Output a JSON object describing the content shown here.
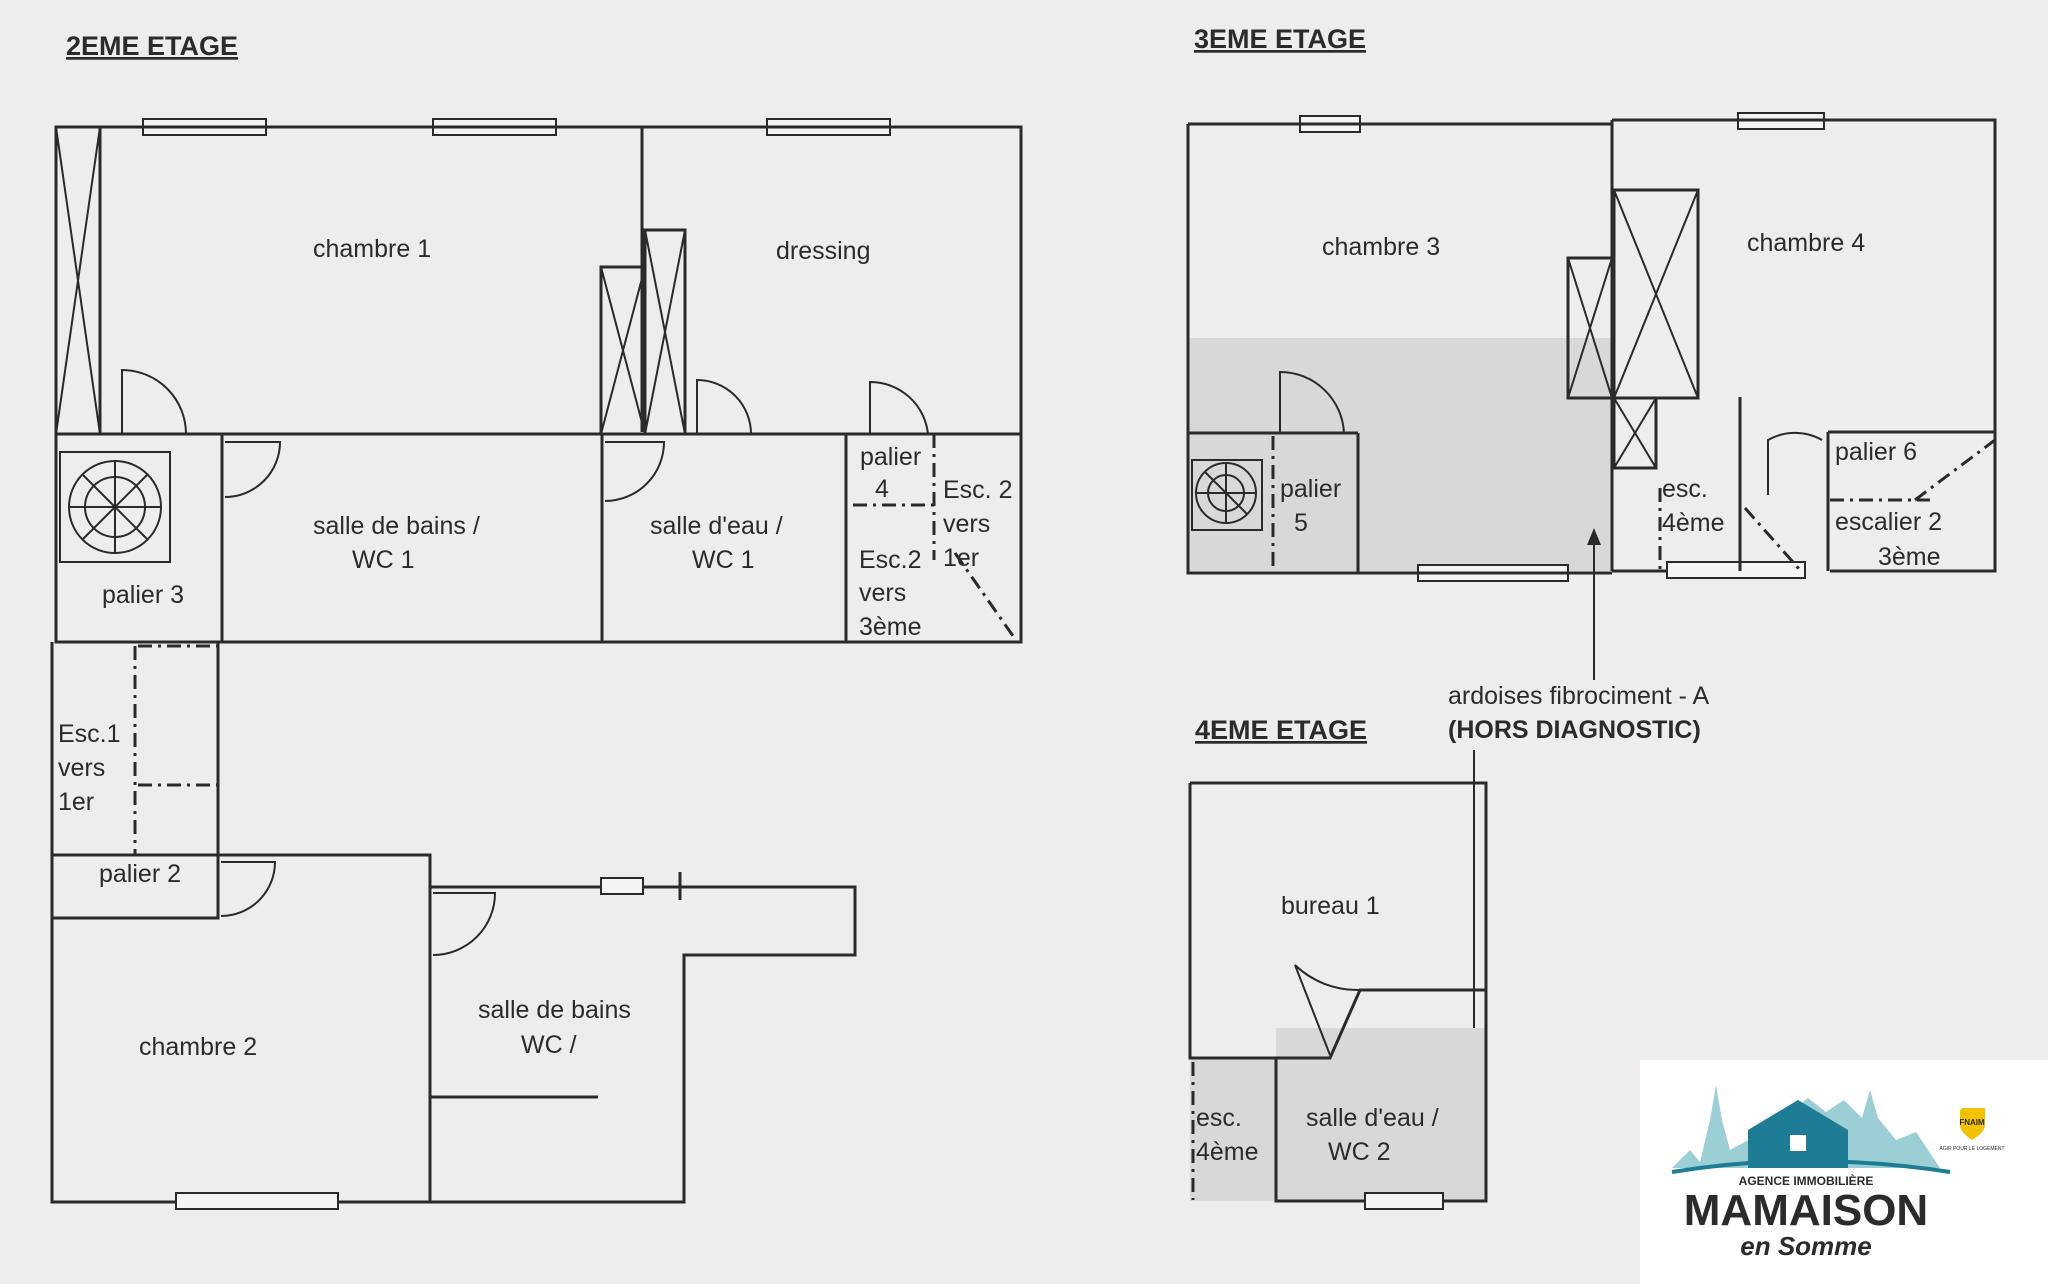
{
  "floors": {
    "floor2": {
      "title": "2EME ETAGE",
      "rooms": {
        "chambre1": "chambre 1",
        "dressing": "dressing",
        "palier3": "palier 3",
        "sdb1_line1": "salle de bains /",
        "sdb1_line2": "WC 1",
        "sde1_line1": "salle d'eau /",
        "sde1_line2": "WC 1",
        "palier4_line1": "palier",
        "palier4_line2": "4",
        "esc2_1er_line1": "Esc. 2",
        "esc2_1er_line2": "vers",
        "esc2_1er_line3": "1er",
        "esc2_3eme_line1": "Esc.2",
        "esc2_3eme_line2": "vers",
        "esc2_3eme_line3": "3ème",
        "esc1_line1": "Esc.1",
        "esc1_line2": "vers",
        "esc1_line3": "1er",
        "palier2": "palier 2",
        "chambre2": "chambre 2",
        "sdb2_line1": "salle de bains",
        "sdb2_line2": "WC /"
      }
    },
    "floor3": {
      "title": "3EME ETAGE",
      "rooms": {
        "chambre3": "chambre 3",
        "chambre4": "chambre 4",
        "palier5_line1": "palier",
        "palier5_line2": "5",
        "esc4_line1": "esc.",
        "esc4_line2": "4ème",
        "palier6": "palier 6",
        "escalier2_line1": "escalier 2",
        "escalier2_line2": "3ème"
      }
    },
    "floor4": {
      "title": "4EME ETAGE",
      "rooms": {
        "bureau1": "bureau 1",
        "esc4_line1": "esc.",
        "esc4_line2": "4ème",
        "sde2_line1": "salle d'eau /",
        "sde2_line2": "WC 2"
      }
    }
  },
  "annotation": {
    "line1": "ardoises fibrociment - A",
    "line2": "(HORS DIAGNOSTIC)"
  },
  "logo": {
    "tagline": "AGENCE IMMOBILIÈRE",
    "brand": "MAMAISON",
    "sub": "en Somme",
    "badge": "FNAIM",
    "badge_sub": "AGIR POUR LE LOGEMENT",
    "colors": {
      "teal": "#4aa7b3",
      "blue": "#1f7c95",
      "navy": "#214a8a",
      "yellow": "#f2c200"
    }
  }
}
